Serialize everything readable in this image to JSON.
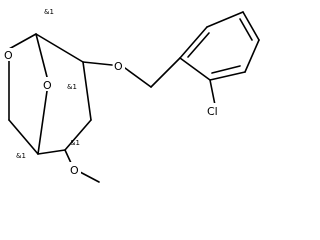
{
  "atoms": {
    "o_ring1": "O",
    "o_bridge": "O",
    "o_benzyl": "O",
    "o_methoxy": "O",
    "cl": "Cl"
  },
  "stereo_labels": {
    "c1": "&1",
    "c2": "&1",
    "c5": "&1",
    "c4": "&1"
  }
}
